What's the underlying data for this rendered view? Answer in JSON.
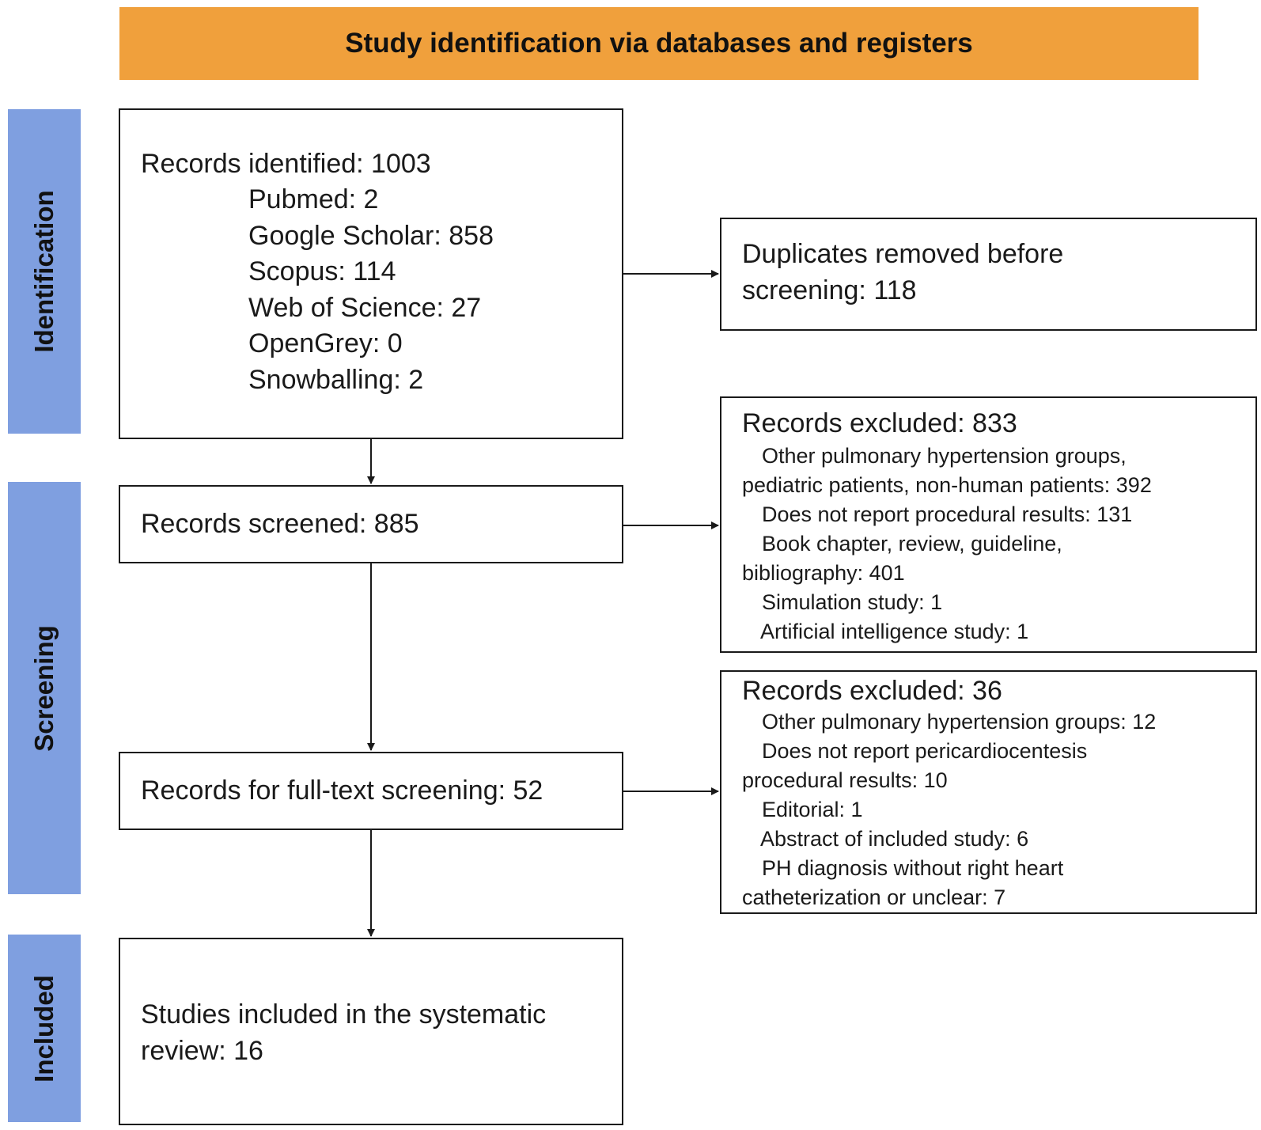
{
  "header": "Study identification via databases and registers",
  "phases": {
    "identification": "Identification",
    "screening": "Screening",
    "included": "Included"
  },
  "records_identified": {
    "title": "Records identified: 1003",
    "sources": [
      "Pubmed: 2",
      "Google Scholar: 858",
      "Scopus: 114",
      "Web of Science: 27",
      "OpenGrey: 0",
      "Snowballing: 2"
    ]
  },
  "duplicates_removed": [
    "Duplicates removed before",
    "screening: 118"
  ],
  "records_screened": "Records screened: 885",
  "full_text_screening": "Records for full-text screening: 52",
  "studies_included": [
    "Studies included in the systematic",
    "review: 16"
  ],
  "excluded_screening": {
    "title": "Records excluded: 833",
    "lines": [
      "Other pulmonary hypertension groups,",
      "pediatric patients, non-human patients: 392",
      "Does not report procedural results: 131",
      "Book chapter, review, guideline,",
      "bibliography: 401",
      "Simulation study: 1",
      "Artificial intelligence study: 1"
    ]
  },
  "excluded_fulltext": {
    "title": "Records excluded: 36",
    "lines": [
      "Other pulmonary hypertension groups: 12",
      "Does not report pericardiocentesis",
      "procedural results: 10",
      "Editorial: 1",
      "Abstract of included study: 6",
      "PH diagnosis without right heart",
      "catheterization or unclear: 7"
    ]
  },
  "colors": {
    "header_bg": "#f0a03c",
    "phase_bg": "#7f9fe0",
    "border": "#1a1a1a"
  }
}
